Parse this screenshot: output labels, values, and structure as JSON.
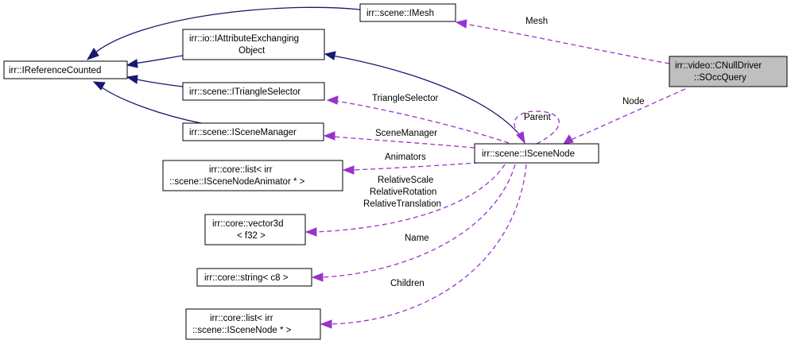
{
  "nodes": {
    "ireferencecounted": "irr::IReferenceCounted",
    "imesh": "irr::scene::IMesh",
    "iattribute_1": "irr::io::IAttributeExchanging",
    "iattribute_2": "Object",
    "itriangleselector": "irr::scene::ITriangleSelector",
    "iscenemanager": "irr::scene::ISceneManager",
    "iscenenode": "irr::scene::ISceneNode",
    "soccquery_1": "irr::video::CNullDriver",
    "soccquery_2": "::SOccQuery",
    "list_animator_1": "irr::core::list< irr",
    "list_animator_2": "::scene::ISceneNodeAnimator * >",
    "vector3d_1": "irr::core::vector3d",
    "vector3d_2": "< f32 >",
    "string_c8": "irr::core::string< c8 >",
    "list_node_1": "irr::core::list< irr",
    "list_node_2": "::scene::ISceneNode * >"
  },
  "edges": {
    "mesh": "Mesh",
    "node": "Node",
    "parent": "Parent",
    "triangle_selector": "TriangleSelector",
    "scene_manager": "SceneManager",
    "animators": "Animators",
    "relative_scale": "RelativeScale",
    "relative_rotation": "RelativeRotation",
    "relative_translation": "RelativeTranslation",
    "name": "Name",
    "children": "Children"
  },
  "colors": {
    "inheritance": "#191970",
    "usage": "#9a32cd",
    "highlight_fill": "#bfbfbf"
  }
}
